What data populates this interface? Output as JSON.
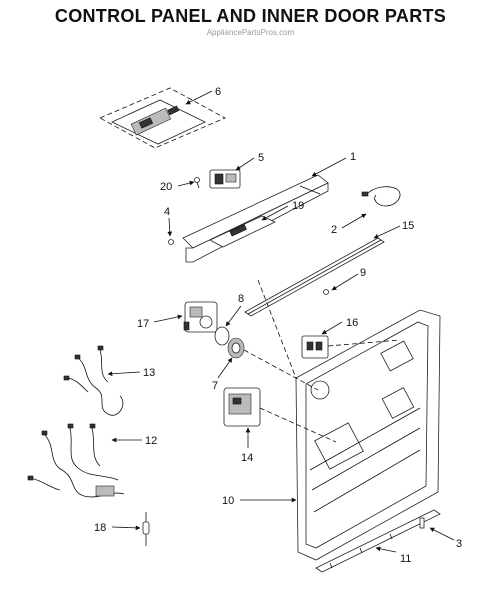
{
  "title": "CONTROL PANEL AND INNER DOOR PARTS",
  "watermark": "AppliancePartsPros.com",
  "callouts": [
    "1",
    "2",
    "3",
    "4",
    "5",
    "6",
    "7",
    "8",
    "9",
    "10",
    "11",
    "12",
    "13",
    "14",
    "15",
    "16",
    "17",
    "18",
    "19",
    "20"
  ]
}
